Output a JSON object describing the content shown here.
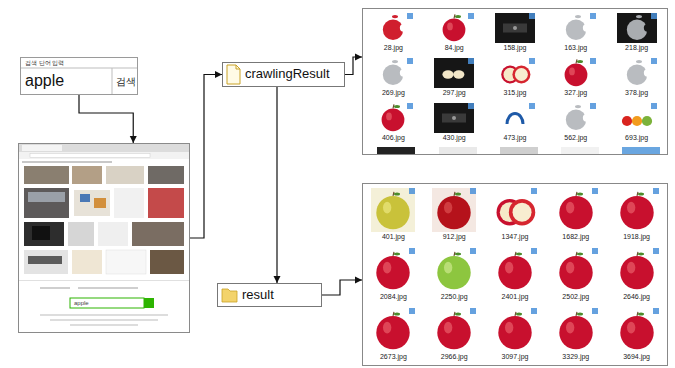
{
  "diagram": {
    "nodes": [
      {
        "text": [
          "검색 단어 입력",
          "apple",
          "검색"
        ]
      },
      {
        "text": [
          "apple"
        ]
      },
      {
        "text": [
          "crawlingResult"
        ]
      },
      {
        "text": [
          "28.jpg",
          "84.jpg",
          "158.jpg",
          "163.jpg",
          "218.jpg",
          "269.jpg",
          "297.jpg",
          "315.jpg",
          "327.jpg",
          "378.jpg",
          "406.jpg",
          "430.jpg",
          "473.jpg",
          "562.jpg",
          "693.jpg"
        ]
      },
      {
        "text": [
          "result"
        ]
      },
      {
        "text": [
          "401.jpg",
          "912.jpg",
          "1347.jpg",
          "1682.jpg",
          "1918.jpg",
          "2084.jpg",
          "2250.jpg",
          "2401.jpg",
          "2502.jpg",
          "2646.jpg",
          "2673.jpg",
          "2966.jpg",
          "3097.jpg",
          "3329.jpg",
          "3694.jpg"
        ]
      }
    ],
    "edges": [
      {
        "from": 0,
        "to": 1,
        "arrow": "to"
      },
      {
        "from": 1,
        "to": 2,
        "arrow": "to"
      },
      {
        "from": 2,
        "to": 3,
        "arrow": "to"
      },
      {
        "from": 2,
        "to": 4,
        "arrow": "to"
      },
      {
        "from": 4,
        "to": 5,
        "arrow": "to"
      }
    ]
  }
}
